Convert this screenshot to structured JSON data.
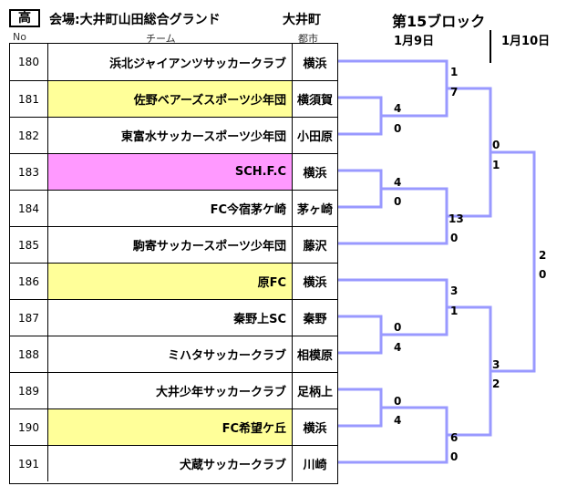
{
  "header": {
    "badge": "高",
    "venue": "会場:大井町山田総合グランド",
    "town": "大井町",
    "block": "第15ブロック",
    "day1": "1月9日",
    "day2": "1月10日"
  },
  "columns": {
    "no": "No",
    "team": "チーム",
    "city": "都市"
  },
  "colors": {
    "yellow": "#ffff99",
    "pink": "#ff99ff",
    "bracket": "#9999ff"
  },
  "teams": [
    {
      "no": "180",
      "name": "浜北ジャイアンツサッカークラブ",
      "city": "横浜",
      "highlight": ""
    },
    {
      "no": "181",
      "name": "佐野ベアーズスポーツ少年団",
      "city": "横須賀",
      "highlight": "yellow"
    },
    {
      "no": "182",
      "name": "東富水サッカースポーツ少年団",
      "city": "小田原",
      "highlight": ""
    },
    {
      "no": "183",
      "name": "SCH.F.C",
      "city": "横浜",
      "highlight": "pink"
    },
    {
      "no": "184",
      "name": "FC今宿茅ケ崎",
      "city": "茅ヶ崎",
      "highlight": ""
    },
    {
      "no": "185",
      "name": "駒寄サッカースポーツ少年団",
      "city": "藤沢",
      "highlight": ""
    },
    {
      "no": "186",
      "name": "原FC",
      "city": "横浜",
      "highlight": "yellow"
    },
    {
      "no": "187",
      "name": "秦野上SC",
      "city": "秦野",
      "highlight": ""
    },
    {
      "no": "188",
      "name": "ミハタサッカークラブ",
      "city": "相模原",
      "highlight": ""
    },
    {
      "no": "189",
      "name": "大井少年サッカークラブ",
      "city": "足柄上",
      "highlight": ""
    },
    {
      "no": "190",
      "name": "FC希望ケ丘",
      "city": "横浜",
      "highlight": "yellow"
    },
    {
      "no": "191",
      "name": "犬蔵サッカークラブ",
      "city": "川崎",
      "highlight": ""
    }
  ],
  "scores": {
    "r1_181_182": [
      "4",
      "0"
    ],
    "r1_183_184": [
      "4",
      "0"
    ],
    "r1_187_188": [
      "0",
      "4"
    ],
    "r1_189_190": [
      "0",
      "4"
    ],
    "r2_180_w1": [
      "1",
      "7"
    ],
    "r2_w2_185": [
      "13",
      "0"
    ],
    "r2_186_w3": [
      "3",
      "1"
    ],
    "r2_w4_191": [
      "6",
      "0"
    ],
    "qf_top": [
      "0",
      "1"
    ],
    "qf_bottom": [
      "3",
      "2"
    ],
    "final": [
      "2",
      "0"
    ]
  }
}
